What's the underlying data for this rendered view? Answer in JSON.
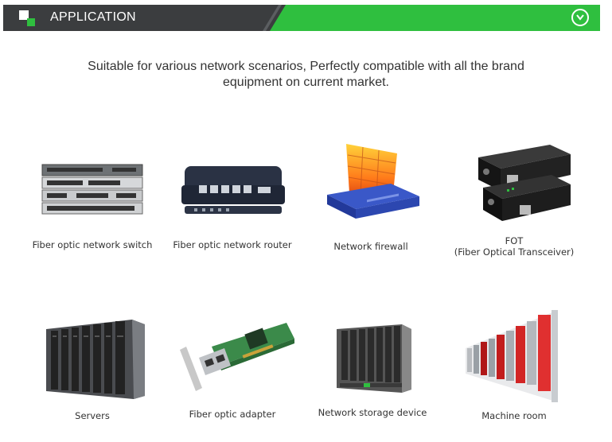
{
  "header": {
    "title": "APPLICATION"
  },
  "intro": {
    "line1": "Suitable for various network scenarios, Perfectly compatible with all the brand",
    "line2": "equipment on current market."
  },
  "items": [
    {
      "label": "Fiber optic network switch",
      "icon": "network-switch"
    },
    {
      "label": "Fiber optic network router",
      "icon": "network-router"
    },
    {
      "label": "Network firewall",
      "icon": "firewall"
    },
    {
      "label": "FOT",
      "sublabel": "(Fiber Optical Transceiver)",
      "icon": "media-converter"
    },
    {
      "label": "Servers",
      "icon": "server-rack"
    },
    {
      "label": "Fiber optic adapter",
      "icon": "network-card"
    },
    {
      "label": "Network storage device",
      "icon": "storage-array"
    },
    {
      "label": "Machine room",
      "icon": "data-center"
    }
  ],
  "colors": {
    "banner_dark": "#3b3d3f",
    "banner_green": "#2fbf3f",
    "text": "#333333"
  }
}
